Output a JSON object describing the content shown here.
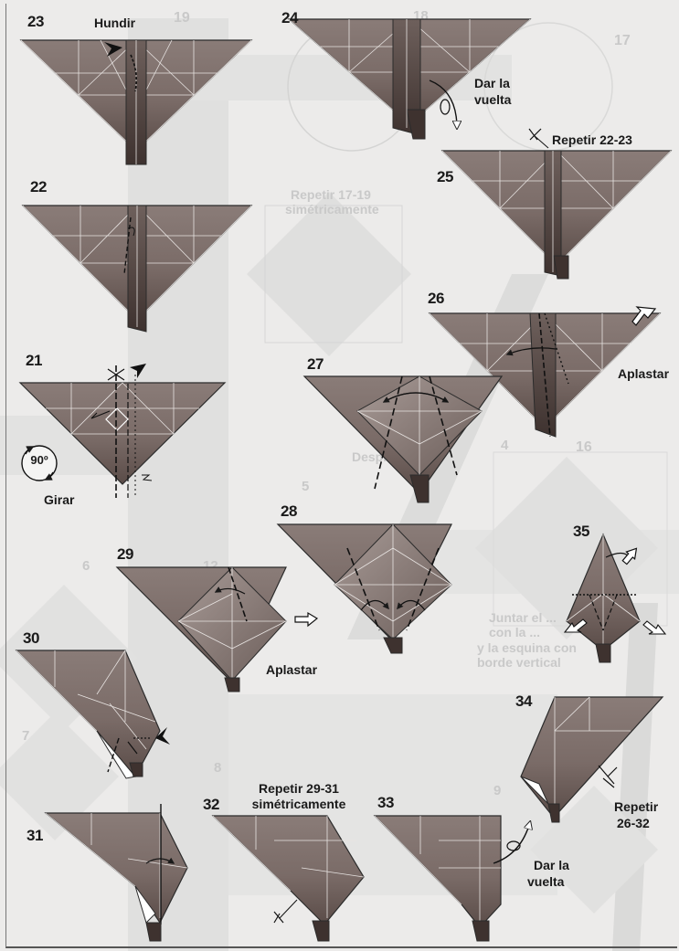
{
  "steps": {
    "s21": "21",
    "s22": "22",
    "s23": "23",
    "s24": "24",
    "s25": "25",
    "s26": "26",
    "s27": "27",
    "s28": "28",
    "s29": "29",
    "s30": "30",
    "s31": "31",
    "s32": "32",
    "s33": "33",
    "s34": "34",
    "s35": "35"
  },
  "labels": {
    "hundir": "Hundir",
    "dar_vuelta_24_line1": "Dar la",
    "dar_vuelta_24_line2": "vuelta",
    "repetir_22_23": "Repetir 22-23",
    "aplastar_26": "Aplastar",
    "girar": "Girar",
    "rotation_badge": "90º",
    "aplastar_29": "Aplastar",
    "repetir_29_31_line1": "Repetir 29-31",
    "repetir_29_31_line2": "simétricamente",
    "dar_vuelta_33_line1": "Dar la",
    "dar_vuelta_33_line2": "vuelta",
    "repetir_26_32_line1": "Repetir",
    "repetir_26_32_line2": "26-32"
  },
  "ghost": {
    "num_19": "19",
    "num_18": "18",
    "num_17": "17",
    "num_16": "16",
    "num_12": "12",
    "num_5": "5",
    "num_4": "4",
    "num_8": "8",
    "num_7": "7",
    "num_9": "9",
    "num_6": "6",
    "repetir_17_19_line1": "Repetir 17-19",
    "repetir_17_19_line2": "simétricamente",
    "desplegar": "Desplegar",
    "juntar_line1": "Juntar el ...",
    "juntar_line2": "con la ...",
    "juntar_line3": "y la esquina con",
    "juntar_line4": "borde vertical"
  },
  "colors": {
    "paper_light": "#9a8d89",
    "paper_dark": "#4a3d39",
    "crease": "#e8e4e2",
    "ink": "#1a1a1a",
    "ghost": "#cfcfcf"
  }
}
